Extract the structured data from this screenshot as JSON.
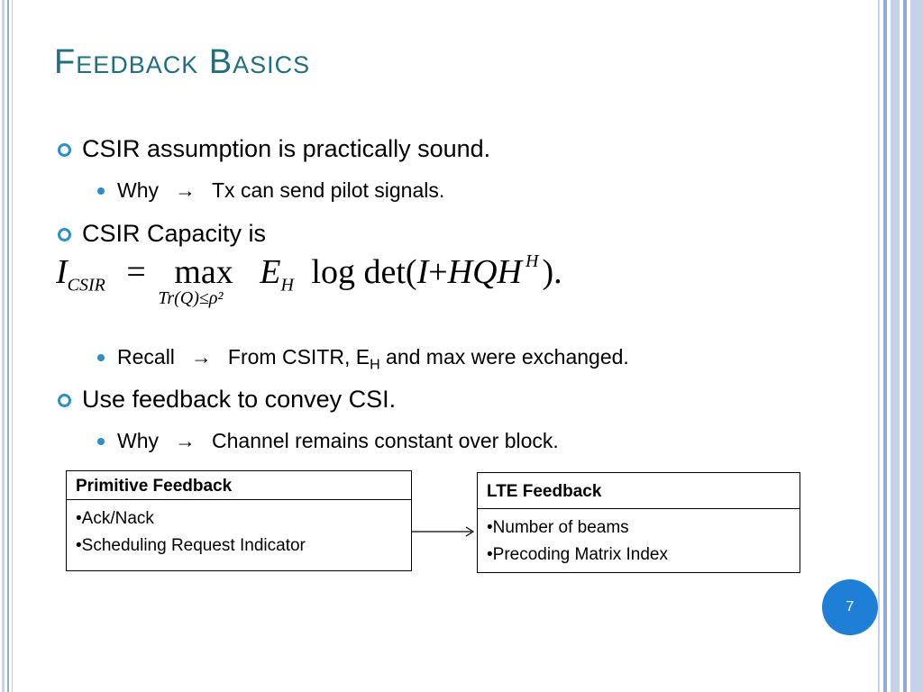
{
  "slide": {
    "title": "Feedback Basics",
    "page_number": "7"
  },
  "bullets": [
    {
      "level": 1,
      "text": "CSIR assumption is practically sound."
    },
    {
      "level": 2,
      "lead": "Why",
      "arrow": "→",
      "text": "Tx can send pilot signals."
    },
    {
      "level": 1,
      "text": "CSIR Capacity is"
    },
    {
      "level": 2,
      "lead": "Recall",
      "arrow": "→",
      "text_before": "From CSITR, E",
      "subscript": "H",
      "text_after": " and max were exchanged."
    },
    {
      "level": 1,
      "text": "Use feedback to convey CSI."
    },
    {
      "level": 2,
      "lead": "Why",
      "arrow": "→",
      "text": "Channel remains constant over block."
    }
  ],
  "formula": {
    "lhs": "I",
    "lhs_sub": "CSIR",
    "equals": "=",
    "max": "max",
    "max_sub": "Tr(Q)≤ρ²",
    "expect": "E",
    "expect_sub": "H",
    "body_start": "log det(",
    "I": "I",
    "plus": "+",
    "HQH": "HQH",
    "sup": "H",
    "body_end": ")."
  },
  "tables": {
    "primitive": {
      "header": "Primitive Feedback",
      "items": [
        "•Ack/Nack",
        "•Scheduling Request Indicator"
      ]
    },
    "lte": {
      "header": "LTE  Feedback",
      "items": [
        "•Number of beams",
        "•Precoding Matrix Index"
      ]
    }
  },
  "colors": {
    "title": "#1f6f7f",
    "bullet": "#2c8fc8",
    "page_badge": "#1f7fd6",
    "border_light": "#c5d3ea",
    "border_mid": "#93a9d6"
  }
}
